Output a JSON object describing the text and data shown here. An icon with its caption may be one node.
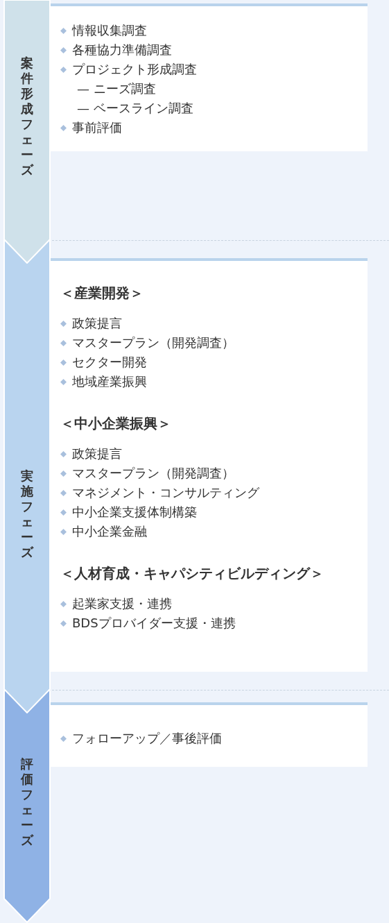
{
  "diagram": {
    "nodes": [
      {
        "text": [
          "案件形成フェーズ"
        ]
      },
      {
        "text": [
          "情報収集調査",
          "各種協力準備調査",
          "プロジェクト形成調査",
          "— ニーズ調査",
          "— ベースライン調査",
          "事前評価"
        ]
      },
      {
        "text": [
          "実施フェーズ"
        ]
      },
      {
        "text": [
          "＜産業開発＞",
          "政策提言",
          "マスタープラン（開発調査）",
          "セクター開発",
          "地域産業振興",
          "＜中小企業振興＞",
          "政策提言",
          "マスタープラン（開発調査）",
          "マネジメント・コンサルティング",
          "中小企業支援体制構築",
          "中小企業金融",
          "＜人材育成・キャパシティビルディング＞",
          "起業家支援・連携",
          "BDSプロバイダー支援・連携"
        ]
      },
      {
        "text": [
          "評価フェーズ"
        ]
      },
      {
        "text": [
          "フォローアップ／事後評価"
        ]
      }
    ]
  }
}
